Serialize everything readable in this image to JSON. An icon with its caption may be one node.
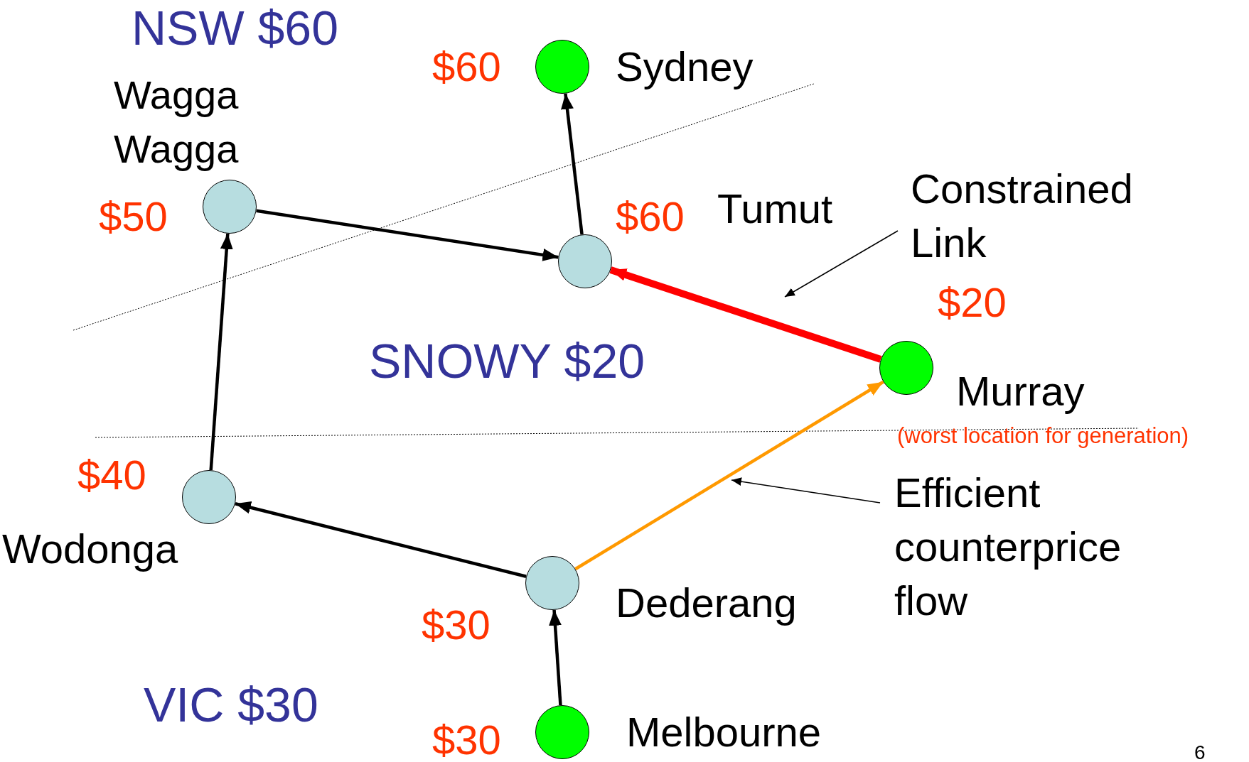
{
  "diagram": {
    "nodes": [
      {
        "text": [
          "Sydney"
        ],
        "beside": [
          "$60"
        ]
      },
      {
        "text": [
          "Wagga Wagga"
        ],
        "beside": [
          "$50"
        ]
      },
      {
        "text": [
          "Tumut"
        ],
        "beside": [
          "$60"
        ]
      },
      {
        "text": [
          "Murray"
        ],
        "beside": [
          "$20",
          "(worst location for generation)"
        ]
      },
      {
        "text": [
          "Wodonga"
        ],
        "beside": [
          "$40"
        ]
      },
      {
        "text": [
          "Dederang"
        ],
        "beside": [
          "$30"
        ]
      },
      {
        "text": [
          "Melbourne"
        ],
        "beside": [
          "$30"
        ]
      },
      {
        "text": [
          "Constrained Link"
        ]
      },
      {
        "text": [
          "Efficient counterprice flow"
        ]
      }
    ],
    "edges": [
      {
        "from": 6,
        "to": 5,
        "arrow": "to"
      },
      {
        "from": 5,
        "to": 4,
        "arrow": "to"
      },
      {
        "from": 4,
        "to": 1,
        "arrow": "to"
      },
      {
        "from": 1,
        "to": 2,
        "arrow": "to"
      },
      {
        "from": 2,
        "to": 0,
        "arrow": "to"
      },
      {
        "from": 3,
        "to": 2,
        "arrow": "to",
        "style": "thick",
        "color": "#ff0000"
      },
      {
        "from": 5,
        "to": 3,
        "arrow": "to",
        "color": "#ff9900"
      },
      {
        "from": 7,
        "to": null,
        "arrow": "to"
      },
      {
        "from": 8,
        "to": null,
        "arrow": "to"
      }
    ],
    "labels": [
      "NSW $60",
      "SNOWY $20",
      "VIC $30",
      "6"
    ]
  }
}
